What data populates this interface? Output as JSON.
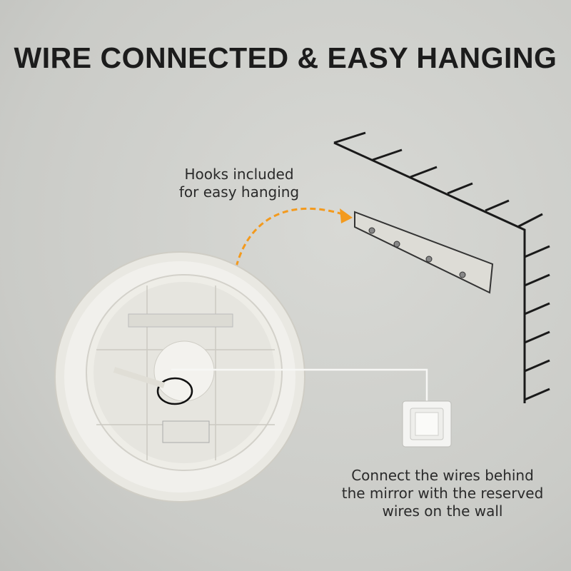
{
  "title": "WIRE CONNECTED & EASY HANGING",
  "hooks_caption": [
    "Hooks included",
    "for easy hanging"
  ],
  "wires_caption": [
    "Connect the wires behind",
    "the mirror with the reserved",
    "wires on the wall"
  ],
  "colors": {
    "arrow": "#f39a1e",
    "text": "#1c1c1c",
    "wall": "#1a1a1a"
  }
}
